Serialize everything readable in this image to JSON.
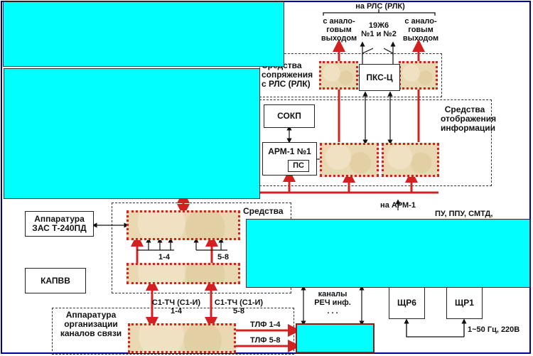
{
  "top": {
    "title": "на РЛС (РЛК)",
    "analog_left_1": "с анало-",
    "analog_left_2": "говым",
    "analog_left_3": "выходом",
    "r19_1": "19Ж6",
    "r19_2": "№1 и №2",
    "analog_right_1": "с анало-",
    "analog_right_2": "говым",
    "analog_right_3": "выходом"
  },
  "sopr": {
    "line1": "Средства",
    "line2": "сопряжения",
    "line3": "с РЛС (РЛК)"
  },
  "pks": "ПКС-Ц",
  "sokp": "СОКП",
  "arm": {
    "label": "АРМ-1 №1",
    "ps": "ПС"
  },
  "display": {
    "line1": "Средства",
    "line2": "отображения",
    "line3": "информации"
  },
  "na_arm": "на АРМ-1",
  "zas": {
    "line1": "Аппаратура",
    "line2": "ЗАС Т-240ПД"
  },
  "sredstva_mid": "Средства",
  "pu": "ПУ, ППУ, СМТД,",
  "n14": "1-4",
  "n58": "5-8",
  "kapvv": "КАПВВ",
  "ch_left_1": "С1-ТЧ (С1-И)",
  "ch_left_2": "1-4",
  "ch_right_1": "С1-ТЧ (С1-И)",
  "ch_right_2": "5-8",
  "kanaly": {
    "line1": "каналы",
    "line2": "РЕЧ инф.",
    "line3": ". . ."
  },
  "shr6": "ЩР6",
  "shr1": "ЩР1",
  "org": {
    "line1": "Аппаратура",
    "line2": "организации",
    "line3": "каналов связи"
  },
  "tlf14": "ТЛФ 1-4",
  "tlf58": "ТЛФ 5-8",
  "power": "1~50 Гц, 220В",
  "colors": {
    "red": "#d32020",
    "cyan": "#00ffff",
    "sand": "#e9d8b2",
    "border": "#0000a0"
  }
}
